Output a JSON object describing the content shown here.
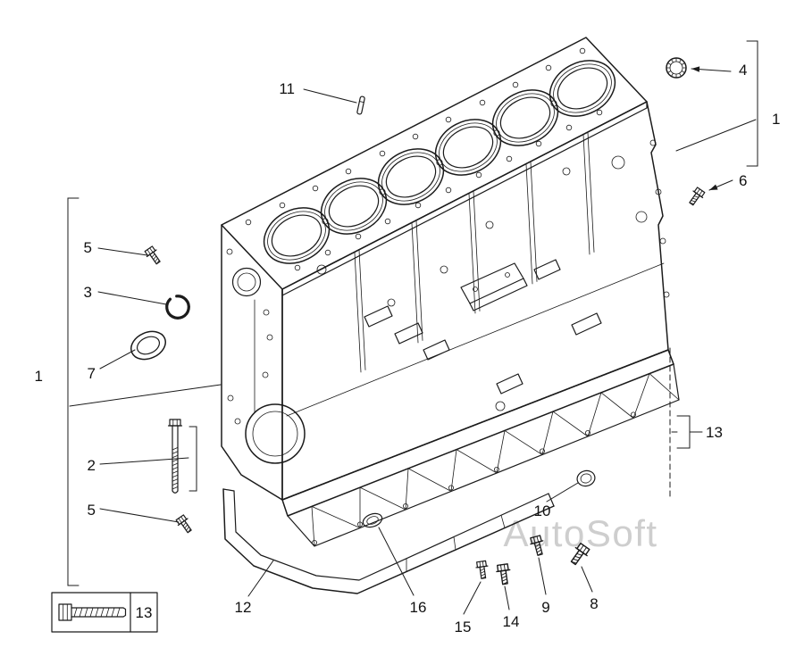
{
  "watermark": {
    "text": "AutoSoft",
    "color": "#c9c9c9"
  },
  "legend": {
    "label": "13",
    "icon": "hex-bolt-icon"
  },
  "colors": {
    "line": "#1b1b1b",
    "background": "#ffffff",
    "watermark": "#c9c9c9"
  },
  "callouts": [
    {
      "label": "11"
    },
    {
      "label": "4"
    },
    {
      "label": "1"
    },
    {
      "label": "6"
    },
    {
      "label": "5"
    },
    {
      "label": "3"
    },
    {
      "label": "7"
    },
    {
      "label": "1"
    },
    {
      "label": "2"
    },
    {
      "label": "5"
    },
    {
      "label": "13"
    },
    {
      "label": "12"
    },
    {
      "label": "16"
    },
    {
      "label": "15"
    },
    {
      "label": "14"
    },
    {
      "label": "9"
    },
    {
      "label": "8"
    },
    {
      "label": "10"
    }
  ],
  "parts": [
    {
      "callout": "1",
      "icon": "cylinder-block"
    },
    {
      "callout": "2",
      "icon": "long-bolt-icon"
    },
    {
      "callout": "3",
      "icon": "retaining-ring-icon"
    },
    {
      "callout": "4",
      "icon": "cup-plug-icon"
    },
    {
      "callout": "5",
      "icon": "hex-bolt-icon"
    },
    {
      "callout": "6",
      "icon": "hex-bolt-icon"
    },
    {
      "callout": "7",
      "icon": "seal-ring-icon"
    },
    {
      "callout": "8",
      "icon": "hex-bolt-icon"
    },
    {
      "callout": "9",
      "icon": "hex-bolt-icon"
    },
    {
      "callout": "10",
      "icon": "cup-plug-icon"
    },
    {
      "callout": "11",
      "icon": "dowel-pin-icon"
    },
    {
      "callout": "12",
      "icon": "oil-pan"
    },
    {
      "callout": "13",
      "icon": "hex-bolt-icon"
    },
    {
      "callout": "14",
      "icon": "hex-bolt-icon"
    },
    {
      "callout": "15",
      "icon": "hex-bolt-icon"
    },
    {
      "callout": "16",
      "icon": "drain-opening"
    }
  ]
}
